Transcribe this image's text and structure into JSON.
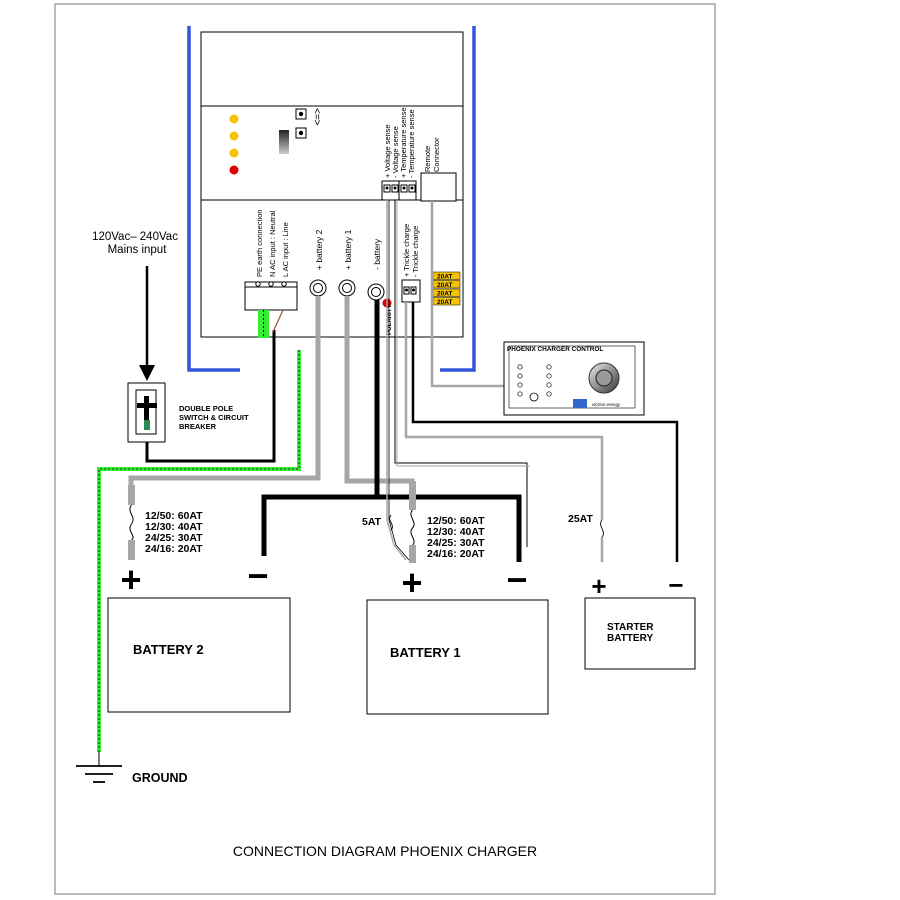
{
  "mains": {
    "line1": "120Vac– 240Vac",
    "line2": "Mains input"
  },
  "breaker": {
    "line1": "DOUBLE POLE",
    "line2": "SWITCH & CIRCUIT",
    "line3": "BREAKER"
  },
  "terminals": {
    "pe": "PE earth connection",
    "n": "N AC input : Neutral",
    "l": "L AC input : Line",
    "bat2": "+ battery 2",
    "bat1": "+ battery 1",
    "neg": "-  battery",
    "polarity": "POLARITY",
    "trickle_pos": "+ Trickle charge",
    "trickle_neg": "- Trickle charge",
    "vsense_pos": "+ Voltage sense",
    "vsense_neg": "- Voltage sense",
    "tsense_pos": "+ Temperature sense",
    "tsense_neg": "- Temperature sense",
    "remote1": "Remote",
    "remote2": "Connector",
    "indicator": "<=>"
  },
  "fuse_tags": [
    "20AT",
    "20AT",
    "20AT",
    "20AT"
  ],
  "control_panel": {
    "title": "PHOENIX CHARGER CONTROL",
    "brand": "victron energy"
  },
  "fuses": {
    "bat2_ratings": [
      "12/50: 60AT",
      "12/30: 40AT",
      "24/25: 30AT",
      "24/16: 20AT"
    ],
    "bat1_ratings": [
      "12/50: 60AT",
      "12/30: 40AT",
      "24/25: 30AT",
      "24/16: 20AT"
    ],
    "sense": "5AT",
    "starter": "25AT"
  },
  "batteries": {
    "bat2": "BATTERY 2",
    "bat1": "BATTERY 1",
    "starter1": "STARTER",
    "starter2": "BATTERY",
    "plus": "+",
    "minus": "−"
  },
  "ground": "GROUND",
  "title": "CONNECTION DIAGRAM PHOENIX CHARGER",
  "colors": {
    "blue": "#3355dd",
    "green": "#33ee33",
    "grey": "#a6a6a6",
    "red": "#dd0000",
    "yellow": "#f5c400",
    "tag": "#f5c400"
  }
}
